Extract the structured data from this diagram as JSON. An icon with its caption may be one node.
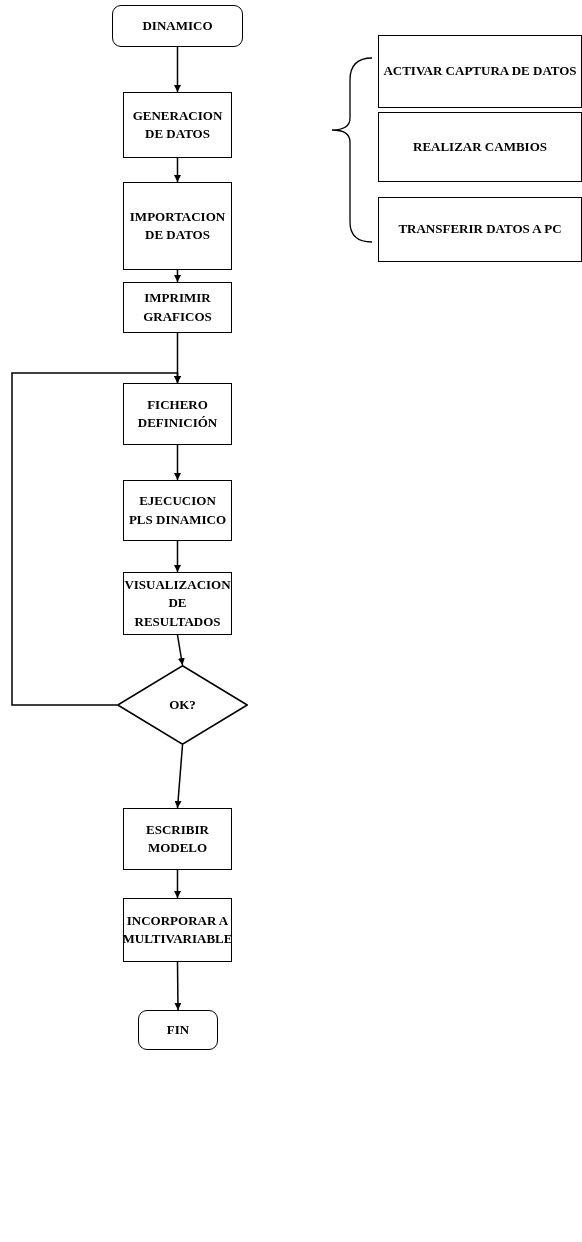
{
  "diagram": {
    "nodes": [
      {
        "text": [
          "DINAMICO"
        ]
      },
      {
        "text": [
          "GENERACION DE DATOS"
        ]
      },
      {
        "text": [
          "ACTIVAR CAPTURA DE DATOS"
        ]
      },
      {
        "text": [
          "REALIZAR CAMBIOS"
        ]
      },
      {
        "text": [
          "TRANSFERIR DATOS A PC"
        ]
      },
      {
        "text": [
          "IMPORTACION DE DATOS"
        ]
      },
      {
        "text": [
          "IMPRIMIR GRAFICOS"
        ]
      },
      {
        "text": [
          "FICHERO DEFINICIÓN"
        ]
      },
      {
        "text": [
          "EJECUCION PLS DINAMICO"
        ]
      },
      {
        "text": [
          "VISUALIZACION DE RESULTADOS"
        ]
      },
      {
        "text": [
          "OK?"
        ]
      },
      {
        "text": [
          "ESCRIBIR MODELO"
        ]
      },
      {
        "text": [
          "INCORPORAR A MULTIVARIABLE"
        ]
      },
      {
        "text": [
          "FIN"
        ]
      }
    ],
    "edges": [
      {
        "from": 0,
        "to": 1,
        "arrow": "to"
      },
      {
        "from": 1,
        "to": 5,
        "arrow": "to"
      },
      {
        "from": 5,
        "to": 6,
        "arrow": "to"
      },
      {
        "from": 6,
        "to": 7,
        "arrow": "to"
      },
      {
        "from": 7,
        "to": 8,
        "arrow": "to"
      },
      {
        "from": 8,
        "to": 9,
        "arrow": "to"
      },
      {
        "from": 9,
        "to": 10,
        "arrow": "to"
      },
      {
        "from": 10,
        "to": 7,
        "arrow": "to"
      },
      {
        "from": 10,
        "to": 11,
        "arrow": "to"
      },
      {
        "from": 11,
        "to": 12,
        "arrow": "to"
      },
      {
        "from": 12,
        "to": 13,
        "arrow": "to"
      }
    ]
  }
}
